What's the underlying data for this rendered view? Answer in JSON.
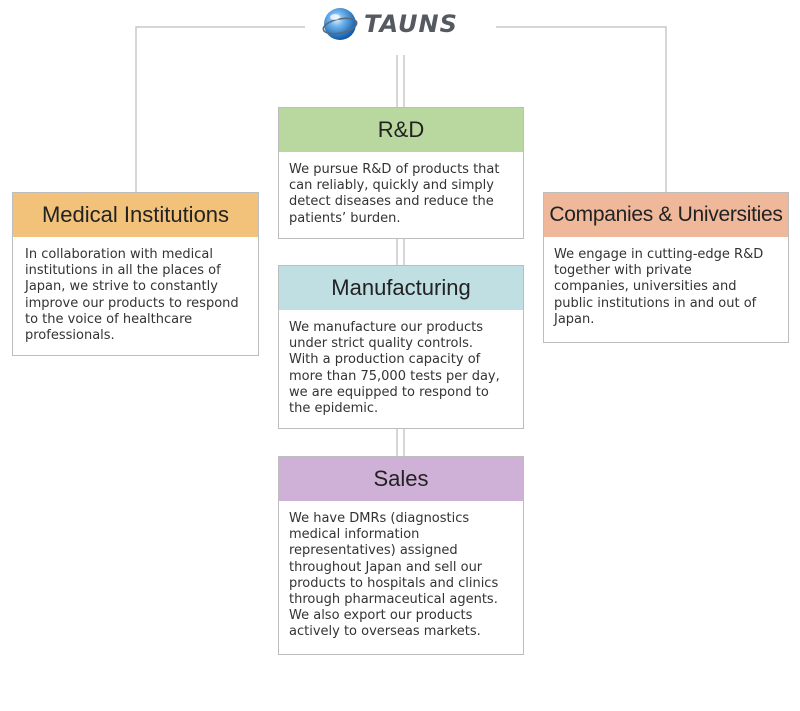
{
  "logo": {
    "text": "TAUNS",
    "icon": "globe-icon"
  },
  "boxes": {
    "rd": {
      "title": "R&D",
      "lines": [
        "We pursue R&D of products that",
        "can reliably, quickly and simply",
        "detect diseases and reduce the",
        "patients’ burden."
      ],
      "color": "#b9d8a0"
    },
    "manufacturing": {
      "title": "Manufacturing",
      "lines": [
        "We manufacture our products",
        "under strict quality controls.",
        "With a production capacity of",
        "more than 75,000 tests per day,",
        "we are equipped to respond to",
        "the epidemic."
      ],
      "color": "#bfdfe3"
    },
    "sales": {
      "title": "Sales",
      "lines": [
        "We have DMRs (diagnostics",
        "medical information",
        "representatives) assigned",
        "throughout Japan and sell our",
        "products to hospitals and clinics",
        "through pharmaceutical agents.",
        "We also export our products",
        "actively to overseas markets."
      ],
      "color": "#cfb0d6"
    },
    "medical": {
      "title": "Medical Institutions",
      "lines": [
        "In collaboration with medical",
        "institutions in all the places of",
        "Japan, we strive to constantly",
        "improve our products to respond",
        "to the voice of healthcare",
        "professionals."
      ],
      "color": "#f2c27b"
    },
    "companies": {
      "title": "Companies & Universities",
      "lines": [
        "We engage in cutting-edge R&D",
        "together with private",
        "companies, universities and",
        "public institutions in and out of",
        "Japan."
      ],
      "color": "#f0b89a"
    }
  }
}
